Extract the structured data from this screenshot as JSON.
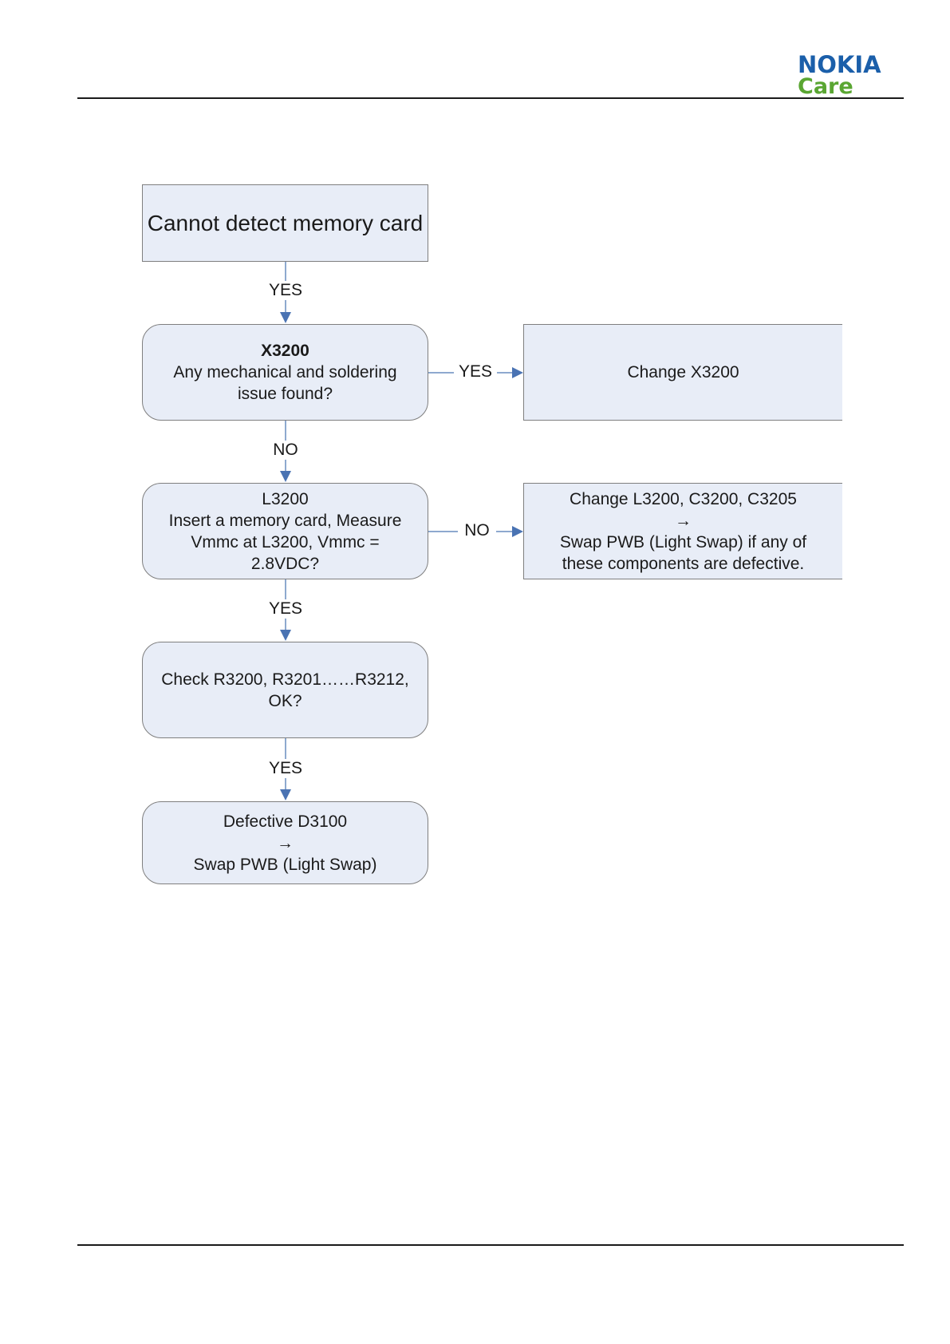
{
  "header": {
    "logo_brand": "NOKIA",
    "logo_sub": "Care",
    "brand_color": "#1b5faa",
    "sub_color": "#5aa632"
  },
  "colors": {
    "box_fill": "#e8edf7",
    "box_border": "#7f7f7f",
    "connector": "#4a73b3"
  },
  "flow": {
    "start": "Cannot detect memory card",
    "x3200": {
      "title": "X3200",
      "line1": "Any mechanical and soldering",
      "line2": "issue found?"
    },
    "change_x3200": "Change X3200",
    "l3200": {
      "line1": "L3200",
      "line2": "Insert a memory card, Measure",
      "line3": "Vmmc at L3200, Vmmc =",
      "line4": "2.8VDC?"
    },
    "change_l3200": {
      "line1": "Change L3200, C3200, C3205",
      "arrow": "→",
      "line2": "Swap PWB (Light Swap) if any of",
      "line3": "these components are defective."
    },
    "check": {
      "line1": "Check R3200, R3201……R3212,",
      "line2": "OK?"
    },
    "defective": {
      "line1": "Defective D3100",
      "arrow": "→",
      "line2": "Swap PWB (Light Swap)"
    },
    "labels": {
      "start_to_x3200": "YES",
      "x3200_to_change": "YES",
      "x3200_to_l3200": "NO",
      "l3200_to_change": "NO",
      "l3200_to_check": "YES",
      "check_to_defective": "YES"
    }
  }
}
